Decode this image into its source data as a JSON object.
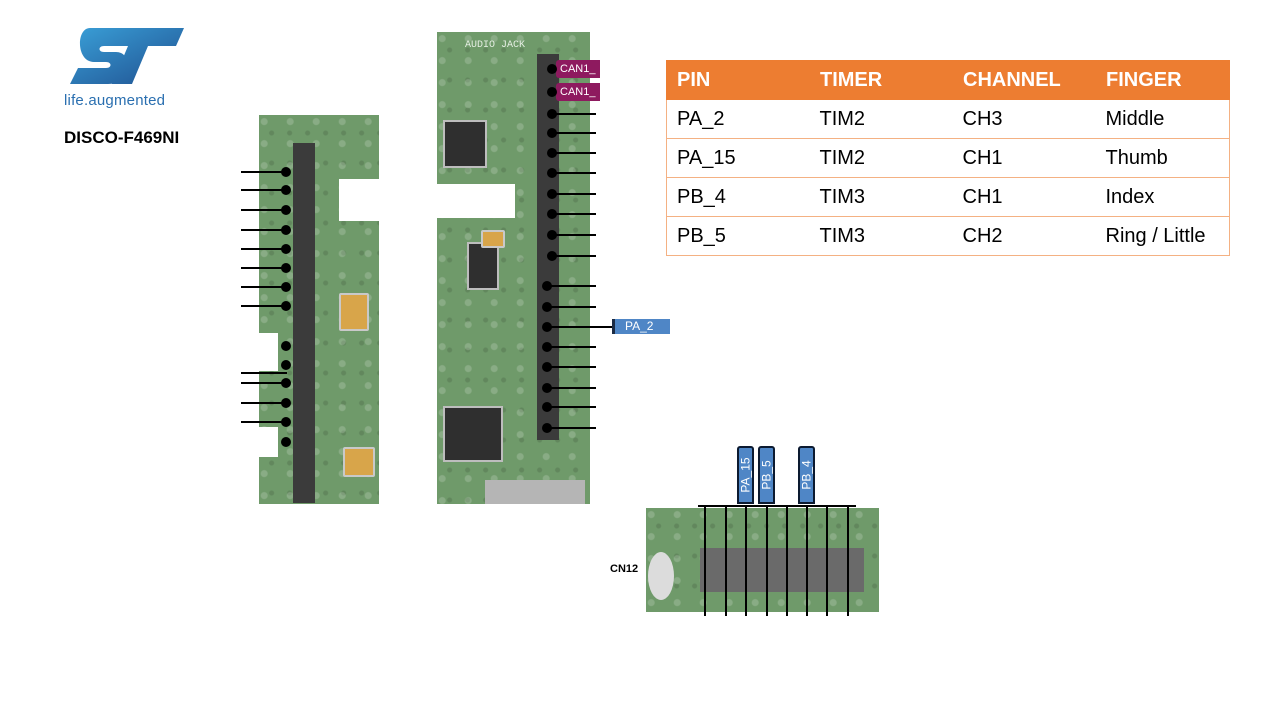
{
  "logo": {
    "tagline": "life.augmented"
  },
  "board": {
    "name": "DISCO-F469NI"
  },
  "connectors": {
    "can_tags": [
      "CAN1_",
      "CAN1_"
    ],
    "audio_jack_label": "AUDIO JACK",
    "cn12_label": "CN12"
  },
  "pin_tags": {
    "right_header": "PA_2",
    "cn12": [
      "PA_15",
      "PB_5",
      "PB_4"
    ]
  },
  "table": {
    "headers": [
      "PIN",
      "TIMER",
      "CHANNEL",
      "FINGER"
    ],
    "rows": [
      [
        "PA_2",
        "TIM2",
        "CH3",
        "Middle"
      ],
      [
        "PA_15",
        "TIM2",
        "CH1",
        "Thumb"
      ],
      [
        "PB_4",
        "TIM3",
        "CH1",
        "Index"
      ],
      [
        "PB_5",
        "TIM3",
        "CH2",
        "Ring / Little"
      ]
    ]
  },
  "colors": {
    "table_header": "#ed7d31",
    "table_border": "#f4b183",
    "pin_tag": "#4f86c6",
    "can_tag": "#8e1a5f",
    "logo_blue": "#2a6fb0"
  }
}
